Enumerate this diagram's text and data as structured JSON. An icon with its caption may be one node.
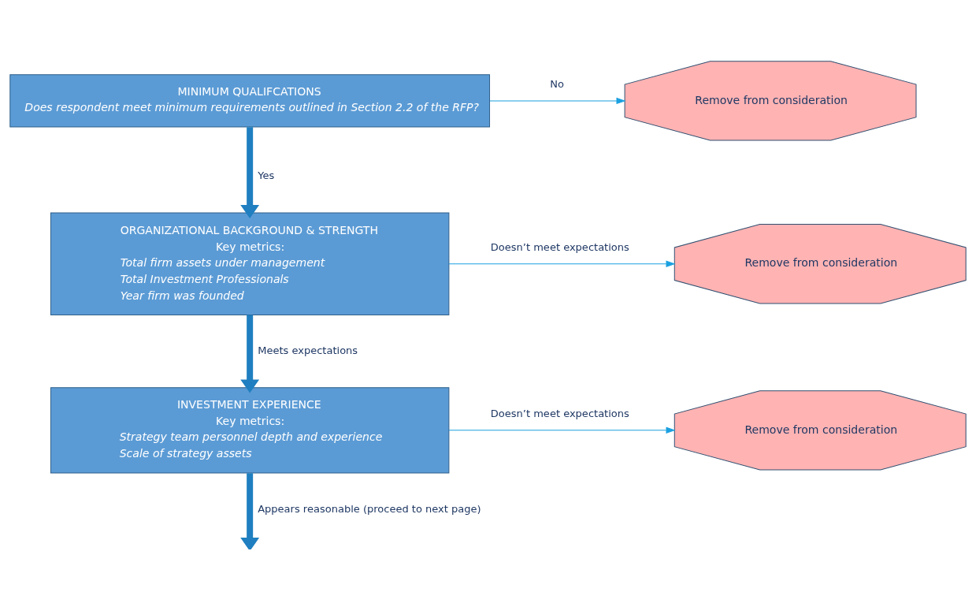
{
  "diagram": {
    "nodes": [
      {
        "text": [
          "MINIMUM QUALIFCATIONS",
          "Does respondent meet minimum requirements outlined in Section 2.2 of the RFP?"
        ]
      },
      {
        "text": [
          "Remove from consideration"
        ]
      },
      {
        "text": [
          "ORGANIZATIONAL BACKGROUND & STRENGTH",
          "Key metrics:",
          "Total firm assets under management",
          "Total Investment Professionals",
          "Year firm was founded"
        ]
      },
      {
        "text": [
          "Remove from consideration"
        ]
      },
      {
        "text": [
          "INVESTMENT EXPERIENCE",
          "Key metrics:",
          "Strategy team personnel depth and experience",
          "Scale of strategy assets"
        ]
      },
      {
        "text": [
          "Remove from consideration"
        ]
      }
    ],
    "edges": [
      {
        "from": 0,
        "to": 1,
        "arrow": "to",
        "label": "No"
      },
      {
        "from": 0,
        "to": 2,
        "arrow": "to",
        "label": "Yes",
        "style": "thick",
        "color": "#1f7fc0"
      },
      {
        "from": 2,
        "to": 3,
        "arrow": "to",
        "label": "Doesn’t meet expectations"
      },
      {
        "from": 2,
        "to": 4,
        "arrow": "to",
        "label": "Meets expectations",
        "style": "thick",
        "color": "#1f7fc0"
      },
      {
        "from": 4,
        "to": 5,
        "arrow": "to",
        "label": "Doesn’t meet expectations"
      },
      {
        "from": 4,
        "to": null,
        "arrow": "to",
        "label": "Appears reasonable (proceed to next page)",
        "style": "thick",
        "color": "#1f7fc0"
      }
    ]
  }
}
